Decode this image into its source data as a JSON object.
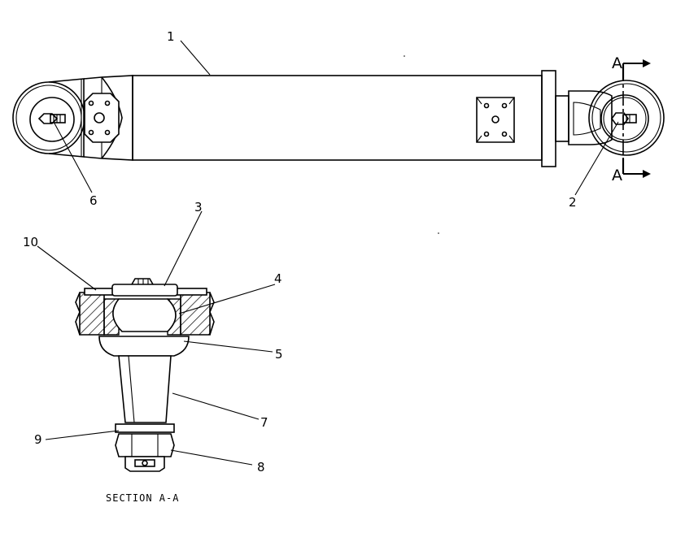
{
  "callouts": {
    "c1": "1",
    "c2": "2",
    "c3": "3",
    "c4": "4",
    "c5": "5",
    "c6": "6",
    "c7": "7",
    "c8": "8",
    "c9": "9",
    "c10": "10"
  },
  "section_marks": {
    "top": "A",
    "bottom": "A"
  },
  "section_caption": "SECTION  A-A"
}
